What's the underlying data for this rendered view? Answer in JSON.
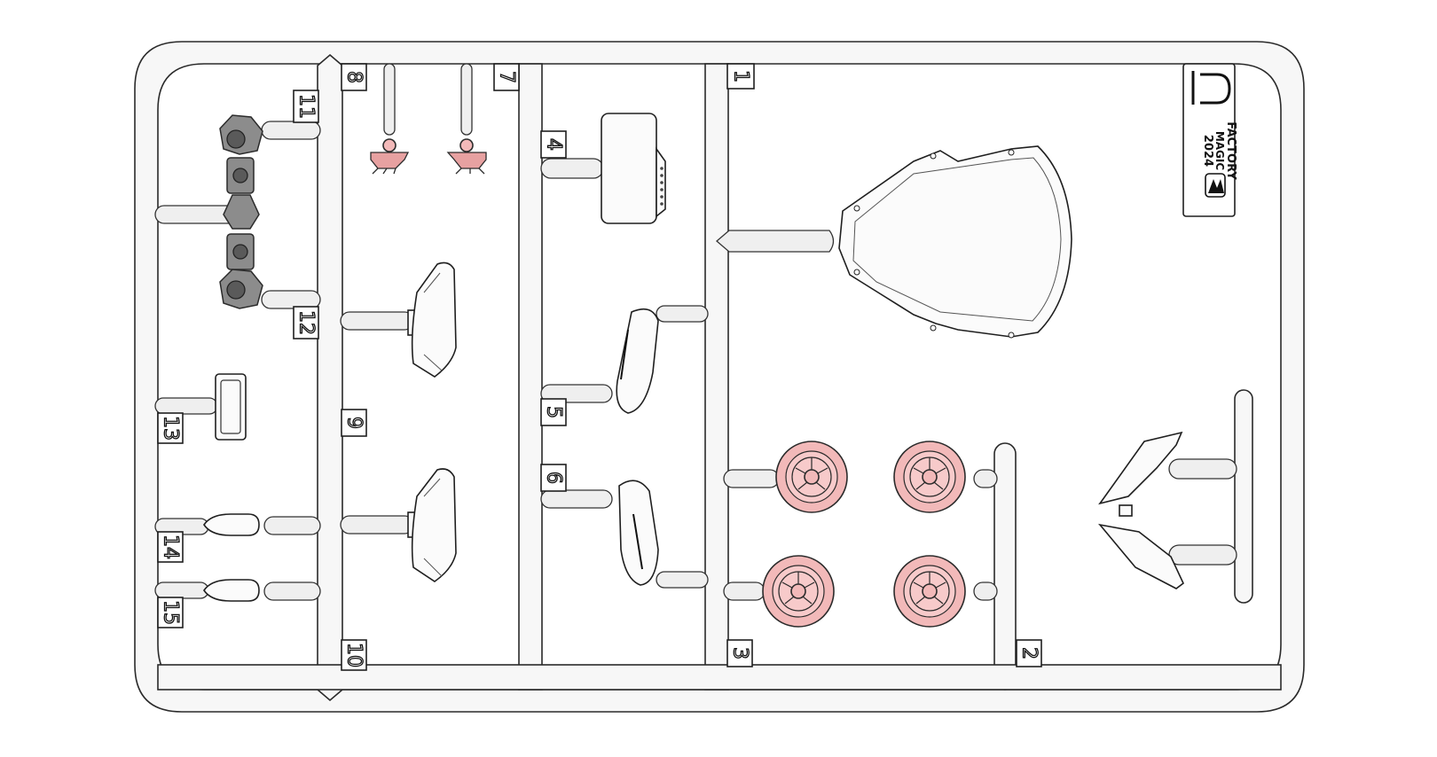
{
  "part_numbers": [
    "1",
    "2",
    "3",
    "4",
    "5",
    "6",
    "7",
    "8",
    "9",
    "10",
    "11",
    "12",
    "13",
    "14",
    "15"
  ],
  "logo": {
    "year": "2024",
    "line1": "MAGIC",
    "line2": "FACTORY"
  },
  "colors": {
    "runner_fill": "#f7f7f7",
    "outline": "#1f1f1f",
    "grey_parts": "#8c8c8c",
    "pink_parts": "#f2b9b9",
    "clear_parts": "#fbfbfb"
  }
}
